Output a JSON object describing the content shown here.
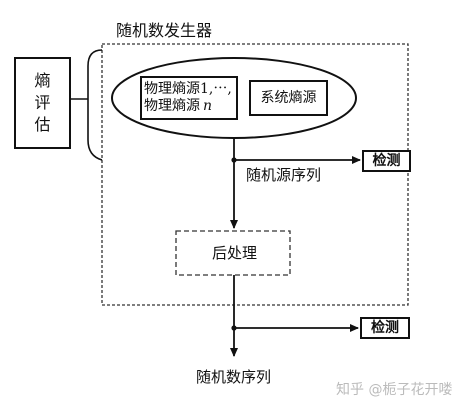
{
  "diagram": {
    "rng_title": "随机数发生器",
    "entropy_eval": "熵评估",
    "physical_sources_line1": "物理熵源1,⋯,",
    "physical_sources_line2": "物理熵源",
    "physical_sources_n": "n",
    "system_source": "系统熵源",
    "random_source_sequence": "随机源序列",
    "detect_top": "检测",
    "post_processing": "后处理",
    "detect_bottom": "检测",
    "random_number_sequence": "随机数序列"
  },
  "watermark": "知乎 @栀子花开喽"
}
